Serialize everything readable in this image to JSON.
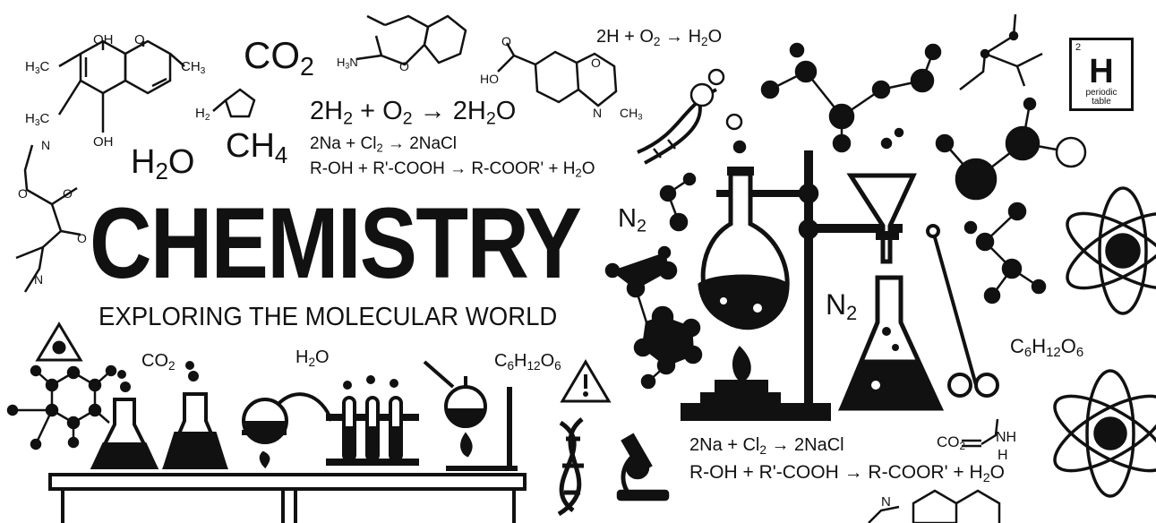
{
  "banner": {
    "title": "CHEMISTRY",
    "subtitle": "EXPLORING THE MOLECULAR WORLD"
  },
  "formulas": {
    "co2_large": "CO",
    "co2_large_sub": "2",
    "h2o_large_h": "H",
    "h2o_large_sub": "2",
    "h2o_large_o": "O",
    "ch4_c": "CH",
    "ch4_sub": "4",
    "eq_hydrogen": "2H + O",
    "eq_hydrogen_sub": "2",
    "eq_hydrogen_rhs": " → H",
    "eq_hydrogen_rhs_sub": "2",
    "eq_hydrogen_rhs_end": "O",
    "eq_mid_a": "2H",
    "eq_mid_a_sub": "2",
    "eq_mid_b": " + O",
    "eq_mid_b_sub": "2",
    "eq_mid_c": " → 2H",
    "eq_mid_c_sub": "2",
    "eq_mid_d": "O",
    "eq_nacl_a": "2Na + Cl",
    "eq_nacl_sub": "2",
    "eq_nacl_b": " → 2NaCl",
    "eq_ester_a": "R-OH + R'-COOH → R-COOR' + H",
    "eq_ester_sub": "2",
    "eq_ester_b": "O",
    "n2_left": "N",
    "n2_left_sub": "2",
    "n2_right": "N",
    "n2_right_sub": "2",
    "glucose_right_a": "C",
    "glucose_right_s1": "6",
    "glucose_right_b": "H",
    "glucose_right_s2": "12",
    "glucose_right_c": "O",
    "glucose_right_s3": "6",
    "glucose_lab_a": "C",
    "glucose_lab_s1": "6",
    "glucose_lab_b": "H",
    "glucose_lab_s2": "12",
    "glucose_lab_c": "O",
    "glucose_lab_s3": "6",
    "co2_lab": "CO",
    "co2_lab_sub": "2",
    "h2o_lab": "H",
    "h2o_lab_sub": "2",
    "h2o_lab_end": "O",
    "nacl_bottom_a": "2Na + Cl",
    "nacl_bottom_sub": "2",
    "nacl_bottom_b": " → 2NaCl",
    "ester_bottom_a": "R-OH + R'-COOH → R-COOR' + H",
    "ester_bottom_sub": "2",
    "ester_bottom_b": "O",
    "amino_co2": "CO",
    "amino_co2_sub": "2",
    "amino_nh": "NH",
    "amino_h": "H"
  },
  "structure_labels": {
    "oh_top": "OH",
    "o_top": "O",
    "h3c_a": "H",
    "h3c_a_sub": "3",
    "h3c_a_end": "C",
    "ch3_a": "CH",
    "ch3_a_sub": "3",
    "h3c_b": "H",
    "h3c_b_sub": "3",
    "h3c_b_end": "C",
    "oh_bottom": "OH",
    "h2_cp": "H",
    "h2_cp_sub": "2",
    "h3n": "H",
    "h3n_sub": "3",
    "h3n_end": "N",
    "ring_o": "O",
    "ho": "HO",
    "o_acid": "O",
    "o_ring2": "O",
    "n_ring2": "N",
    "ch3_ring2": "CH",
    "ch3_ring2_sub": "3",
    "n_left_top": "N",
    "o_left": "O",
    "o_left2": "O",
    "o_left3": "O",
    "n_left_bottom": "N",
    "n_bottom_right": "N"
  },
  "periodic": {
    "number": "2",
    "symbol": "H",
    "label_1": "periodic",
    "label_2": "table"
  },
  "icons": [
    "biohazard-icon",
    "warning-icon",
    "dna-icon",
    "microscope-icon",
    "atom-icon",
    "bunsen-burner-icon",
    "flask-icon",
    "test-tubes-icon",
    "retort-icon",
    "funnel-icon",
    "thermometer-icon",
    "scissors-icon",
    "molecule-icon"
  ]
}
